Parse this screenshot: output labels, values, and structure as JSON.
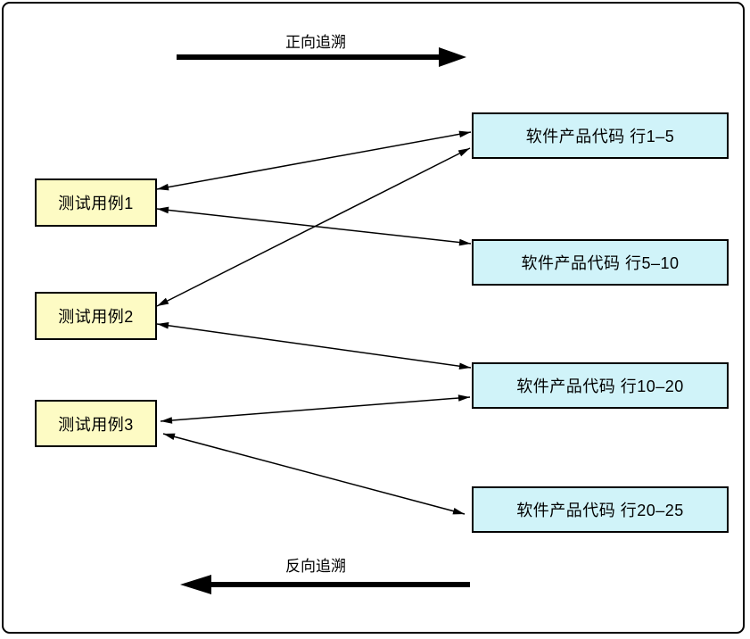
{
  "diagram": {
    "top_flow": {
      "label": "正向追溯",
      "direction": "right"
    },
    "bottom_flow": {
      "label": "反向追溯",
      "direction": "left"
    },
    "test_cases": [
      {
        "id": "tc1",
        "label": "测试用例1"
      },
      {
        "id": "tc2",
        "label": "测试用例2"
      },
      {
        "id": "tc3",
        "label": "测试用例3"
      }
    ],
    "code_blocks": [
      {
        "id": "code1",
        "label": "软件产品代码 行1–5"
      },
      {
        "id": "code2",
        "label": "软件产品代码 行5–10"
      },
      {
        "id": "code3",
        "label": "软件产品代码 行10–20"
      },
      {
        "id": "code4",
        "label": "软件产品代码 行20–25"
      }
    ],
    "links": [
      {
        "from": "tc1",
        "to": "code1",
        "bidirectional": true
      },
      {
        "from": "tc1",
        "to": "code2",
        "bidirectional": true
      },
      {
        "from": "tc2",
        "to": "code1",
        "bidirectional": true
      },
      {
        "from": "tc2",
        "to": "code3",
        "bidirectional": true
      },
      {
        "from": "tc3",
        "to": "code3",
        "bidirectional": true
      },
      {
        "from": "tc3",
        "to": "code4",
        "bidirectional": true
      }
    ],
    "colors": {
      "test_case_fill": "#FDFBC4",
      "code_fill": "#D0F3F9",
      "stroke": "#000000"
    }
  }
}
